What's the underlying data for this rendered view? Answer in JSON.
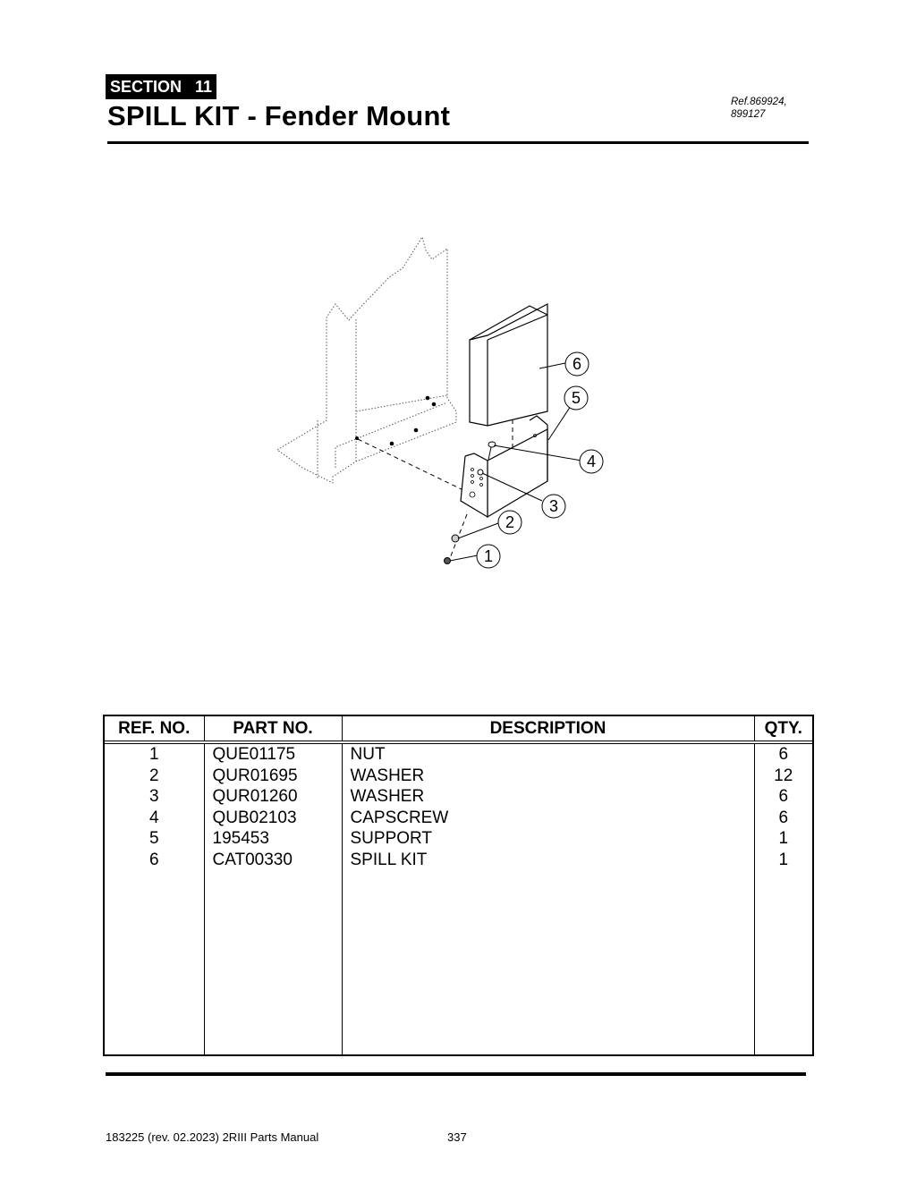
{
  "header": {
    "section_label": "SECTION   11",
    "title": "SPILL KIT - Fender Mount",
    "reference_line1": "Ref.869924,",
    "reference_line2": "899127"
  },
  "diagram": {
    "callouts": [
      "1",
      "2",
      "3",
      "4",
      "5",
      "6"
    ]
  },
  "parts_table": {
    "columns": [
      "REF. NO.",
      "PART NO.",
      "DESCRIPTION",
      "QTY."
    ],
    "rows": [
      {
        "ref": "1",
        "part": "QUE01175",
        "desc": "NUT",
        "qty": "6"
      },
      {
        "ref": "2",
        "part": "QUR01695",
        "desc": "WASHER",
        "qty": "12"
      },
      {
        "ref": "3",
        "part": "QUR01260",
        "desc": "WASHER",
        "qty": "6"
      },
      {
        "ref": "4",
        "part": "QUB02103",
        "desc": "CAPSCREW",
        "qty": "6"
      },
      {
        "ref": "5",
        "part": "195453",
        "desc": "SUPPORT",
        "qty": "1"
      },
      {
        "ref": "6",
        "part": "CAT00330",
        "desc": "SPILL KIT",
        "qty": "1"
      }
    ]
  },
  "footer": {
    "document": "183225  (rev. 02.2023) 2RIII Parts Manual",
    "page_number": "337"
  }
}
